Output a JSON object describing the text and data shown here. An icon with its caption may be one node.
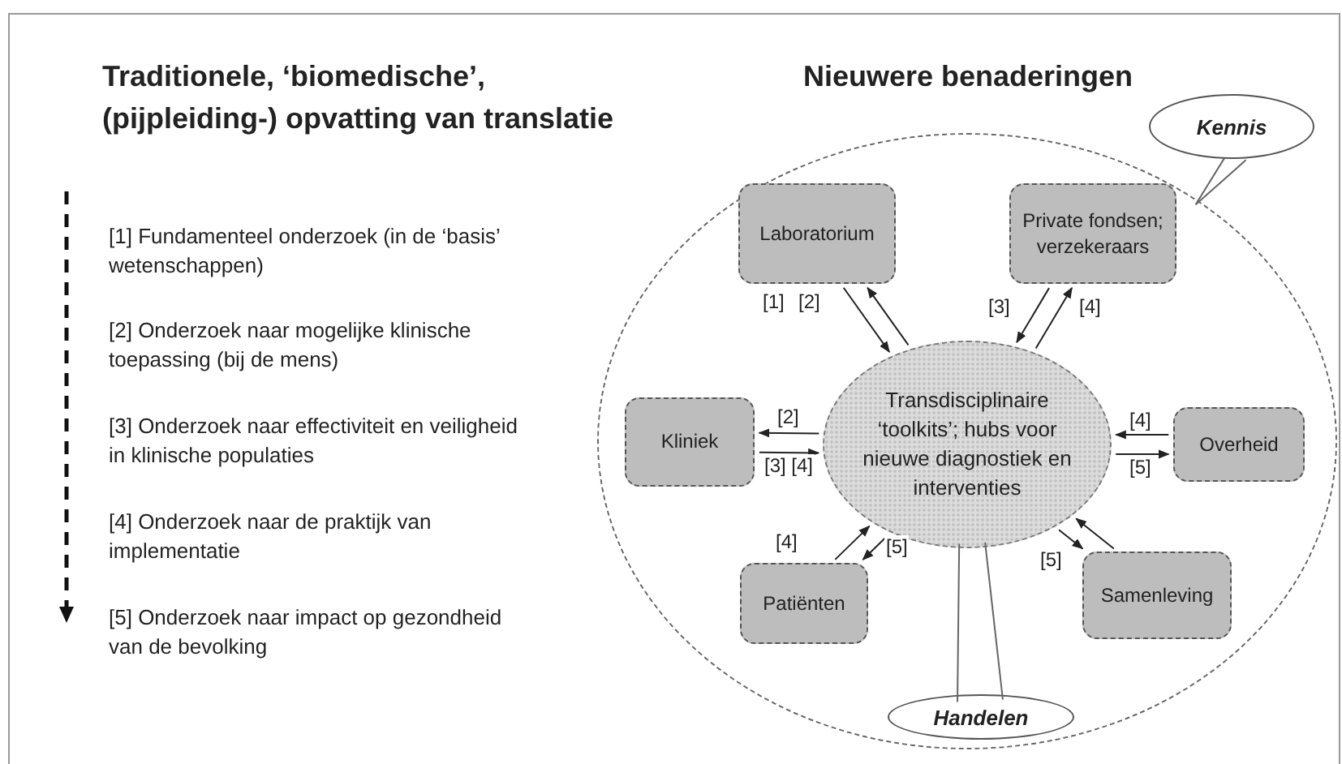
{
  "diagram": {
    "nodes": [
      {
        "text": [],
        "shape": "circle"
      },
      {
        "text": [
          "Kennis"
        ]
      },
      {
        "text": [
          "Transdisciplinaire ‘toolkits’; hubs voor nieuwe diagnostiek en interventies"
        ],
        "in": 0
      },
      {
        "text": [
          "Laboratorium"
        ],
        "in": 0
      },
      {
        "text": [
          "Private fondsen; verzekeraars"
        ],
        "in": 0
      },
      {
        "text": [
          "Kliniek"
        ],
        "in": 0
      },
      {
        "text": [
          "Overheid"
        ],
        "in": 0
      },
      {
        "text": [
          "Patiënten"
        ],
        "in": 0
      },
      {
        "text": [
          "Samenleving"
        ],
        "in": 0
      },
      {
        "text": [
          "Handelen"
        ],
        "in": 0
      }
    ],
    "edges": [
      {
        "from": 1,
        "to": 0,
        "arrow": "none"
      },
      {
        "from": 3,
        "to": 2,
        "arrow": "to",
        "label": "[1]"
      },
      {
        "from": 2,
        "to": 3,
        "arrow": "to",
        "label": "[2]"
      },
      {
        "from": 4,
        "to": 2,
        "arrow": "to",
        "label": "[3]"
      },
      {
        "from": 2,
        "to": 4,
        "arrow": "to",
        "label": "[4]"
      },
      {
        "from": 2,
        "to": 5,
        "arrow": "to",
        "label": "[2]"
      },
      {
        "from": 5,
        "to": 2,
        "arrow": "to",
        "label": "[3] [4]"
      },
      {
        "from": 6,
        "to": 2,
        "arrow": "to",
        "label": "[4]"
      },
      {
        "from": 2,
        "to": 6,
        "arrow": "to",
        "label": "[5]"
      },
      {
        "from": 7,
        "to": 2,
        "arrow": "to",
        "label": "[4]"
      },
      {
        "from": 2,
        "to": 7,
        "arrow": "to",
        "label": "[5]"
      },
      {
        "from": 2,
        "to": 8,
        "arrow": "to",
        "label": "[5]"
      },
      {
        "from": 8,
        "to": 2,
        "arrow": "to"
      },
      {
        "from": 9,
        "to": 2,
        "arrow": "none"
      }
    ],
    "labels": [
      "Traditionele, ‘biomedische’, (pijpleiding-) opvatting van translatie",
      "Nieuwere benaderingen",
      "[1] Fundamenteel onderzoek (in de ‘basis’ wetenschappen)",
      "[2] Onderzoek naar mogelijke klinische toepassing (bij de mens)",
      "[3] Onderzoek naar effectiviteit en veiligheid in klinische populaties",
      "[4] Onderzoek naar de praktijk van implementatie",
      "[5] Onderzoek naar impact op gezondheid van de bevolking"
    ]
  }
}
